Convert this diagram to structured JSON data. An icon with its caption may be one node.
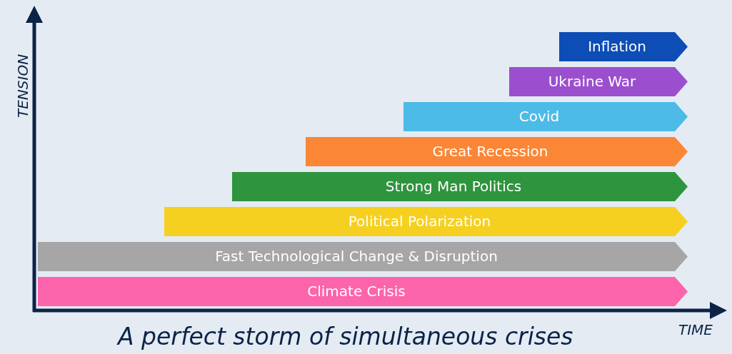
{
  "diagram": {
    "caption": "A perfect storm of simultaneous crises",
    "nodes": [
      {
        "text": [
          "Inflation"
        ]
      },
      {
        "text": [
          "Ukraine War"
        ]
      },
      {
        "text": [
          "Covid"
        ]
      },
      {
        "text": [
          "Great Recession"
        ]
      },
      {
        "text": [
          "Strong Man Politics"
        ]
      },
      {
        "text": [
          "Political Polarization"
        ]
      },
      {
        "text": [
          "Fast Technological Change & Disruption"
        ]
      },
      {
        "text": [
          "Climate Crisis"
        ]
      }
    ],
    "edges": [],
    "labels": [
      "TENSION",
      "TIME"
    ]
  }
}
